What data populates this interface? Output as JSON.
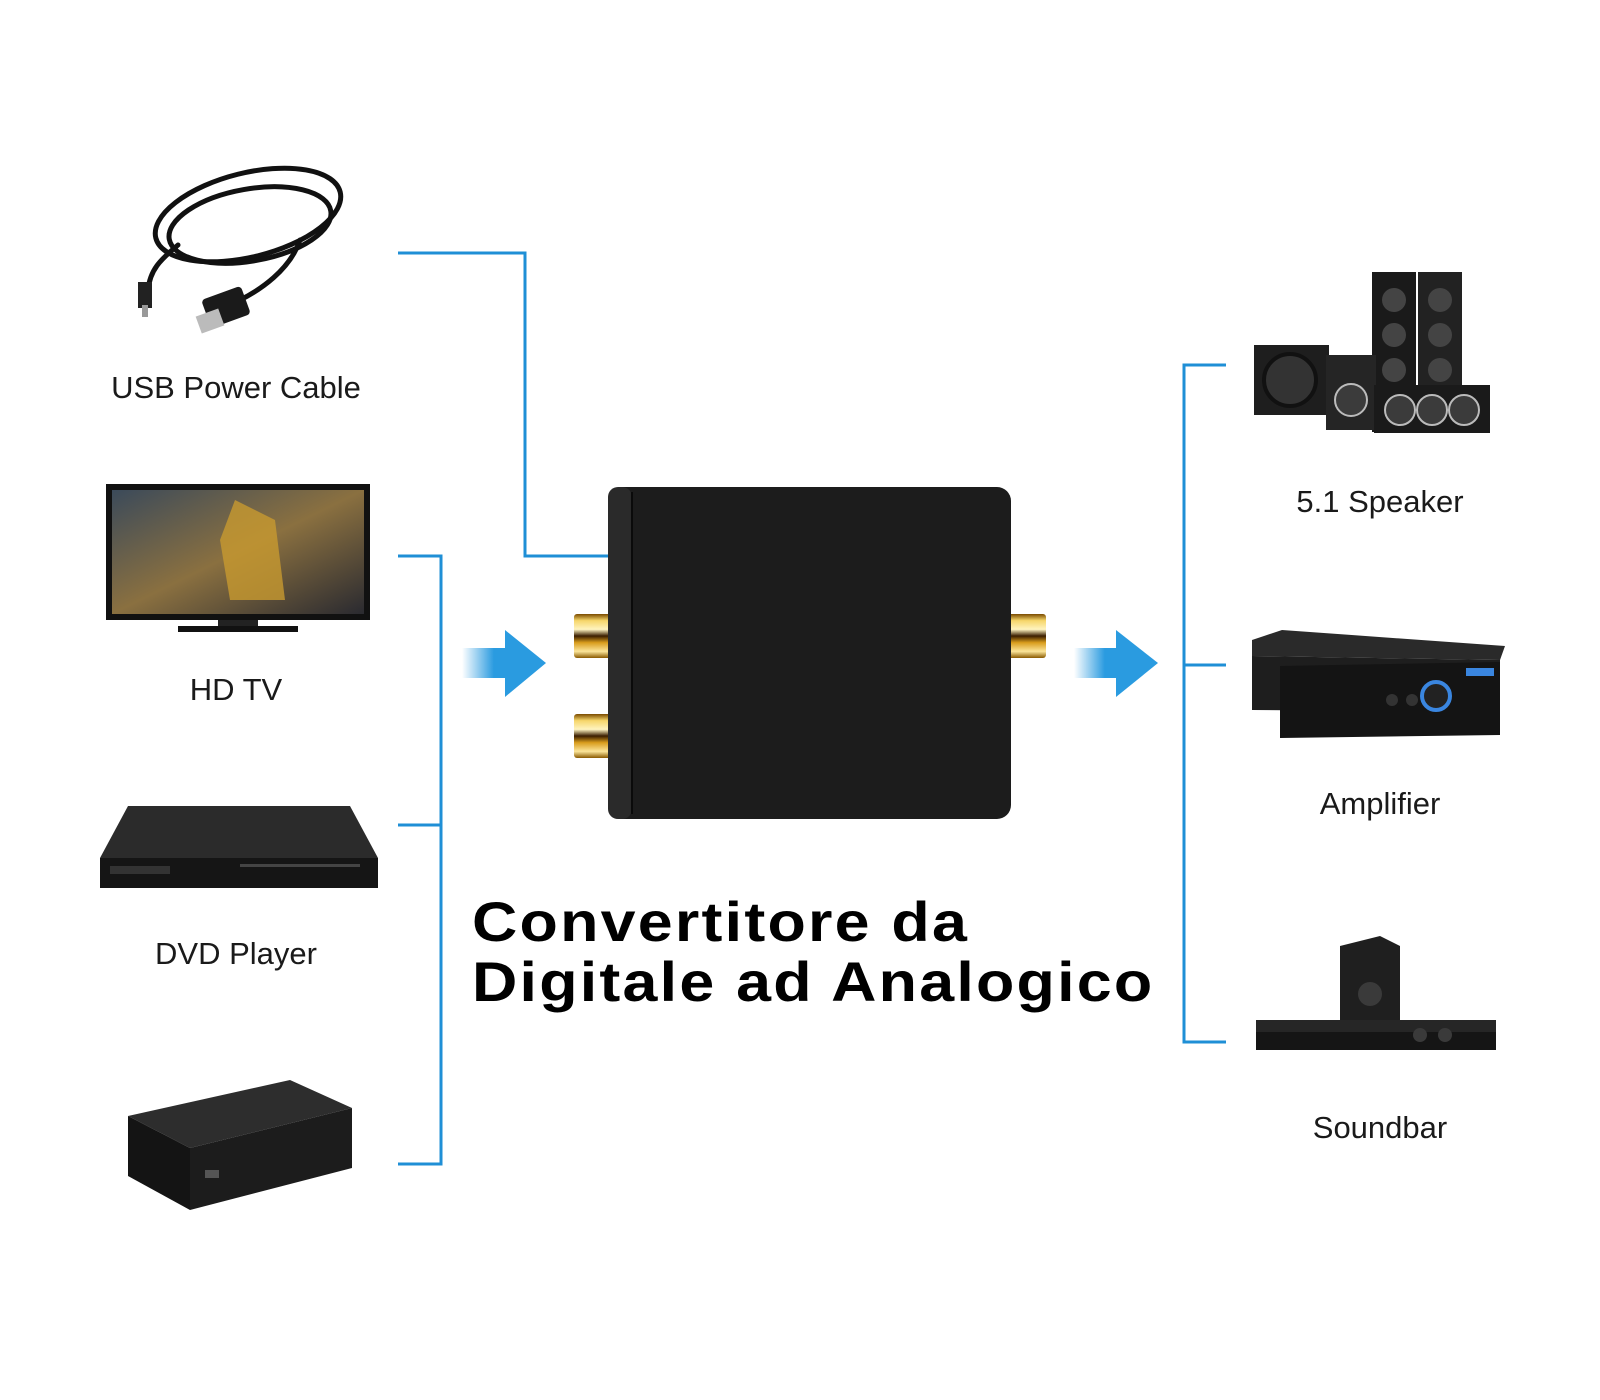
{
  "title": {
    "line1": "Convertitore da",
    "line2": "Digitale ad Analogico"
  },
  "inputs": [
    {
      "label": "USB Power Cable",
      "icon": "usb-cable-icon"
    },
    {
      "label": "HD TV",
      "icon": "tv-icon"
    },
    {
      "label": "DVD Player",
      "icon": "dvd-player-icon"
    },
    {
      "label": "",
      "icon": "set-top-box-icon"
    }
  ],
  "outputs": [
    {
      "label": "5.1 Speaker",
      "icon": "speaker-system-icon"
    },
    {
      "label": "Amplifier",
      "icon": "amplifier-icon"
    },
    {
      "label": "Soundbar",
      "icon": "soundbar-icon"
    }
  ],
  "colors": {
    "connector": "#1f8fd6",
    "arrow": "#2a9be0",
    "device": "#1b1b1b",
    "gold": "#d8a21c"
  }
}
